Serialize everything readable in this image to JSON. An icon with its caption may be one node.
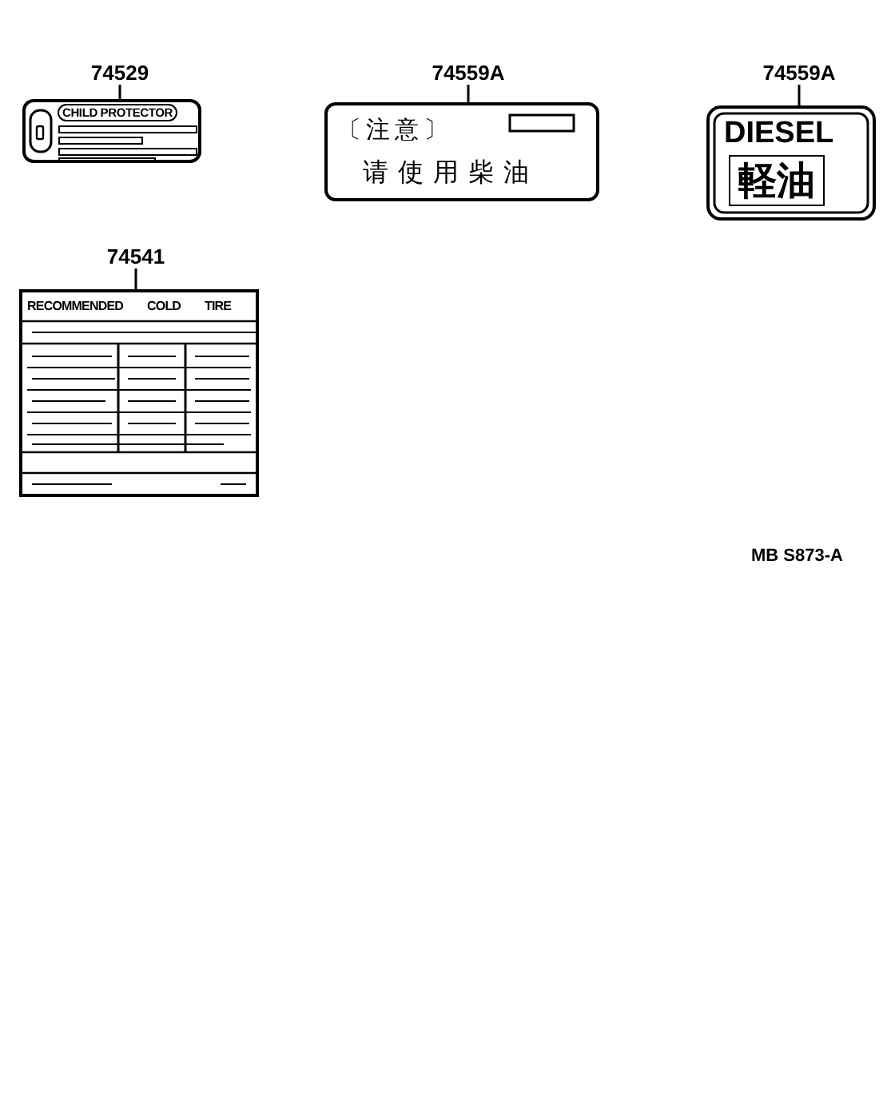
{
  "diagram": {
    "nodes": [
      {
        "text": [
          "74529"
        ]
      },
      {
        "text": [
          "CHILD PROTECTOR"
        ]
      },
      {
        "text": [
          "74559A"
        ]
      },
      {
        "text": [
          "〔注意〕",
          "请使用柴油"
        ]
      },
      {
        "text": [
          "74559A"
        ]
      },
      {
        "text": [
          "DIESEL",
          "軽油"
        ]
      },
      {
        "text": [
          "74541"
        ]
      },
      {
        "text": [
          "RECOMMENDED",
          "COLD",
          "TIRE"
        ]
      }
    ],
    "edges": [
      {
        "from": 0,
        "to": 1,
        "arrow": "none"
      },
      {
        "from": 2,
        "to": 3,
        "arrow": "none"
      },
      {
        "from": 4,
        "to": 5,
        "arrow": "none"
      },
      {
        "from": 6,
        "to": 7,
        "arrow": "none"
      }
    ],
    "labels": [
      "MB S873-A"
    ]
  }
}
